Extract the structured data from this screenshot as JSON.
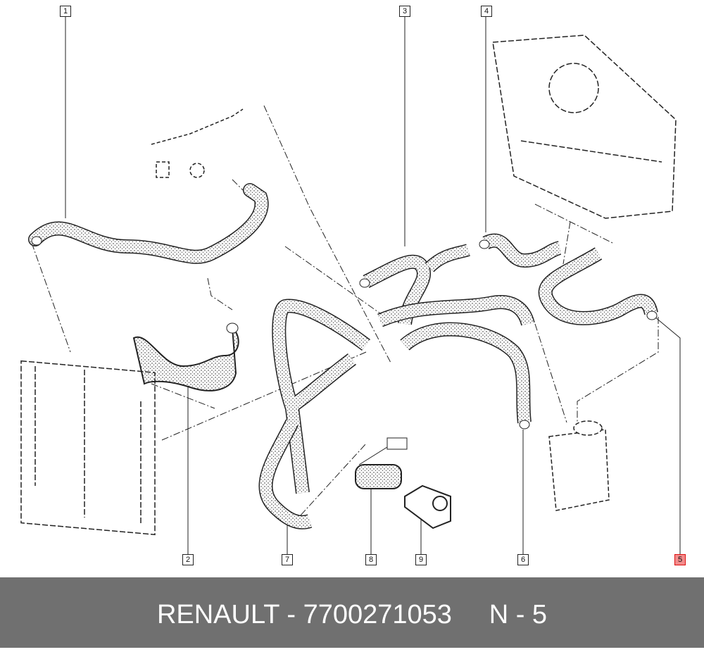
{
  "callouts": {
    "c1": "1",
    "c2": "2",
    "c3": "3",
    "c4": "4",
    "c5": "5",
    "c6": "6",
    "c7": "7",
    "c8": "8",
    "c9": "9"
  },
  "highlighted_callout": "5",
  "colors": {
    "highlight": "#f28b8b",
    "footer_bg": "#707070",
    "footer_text": "#ffffff",
    "line": "#222222"
  },
  "footer": {
    "brand": "RENAULT",
    "part_number": "7700271053",
    "position": "N - 5",
    "text": "RENAULT - 7700271053     N - 5"
  }
}
